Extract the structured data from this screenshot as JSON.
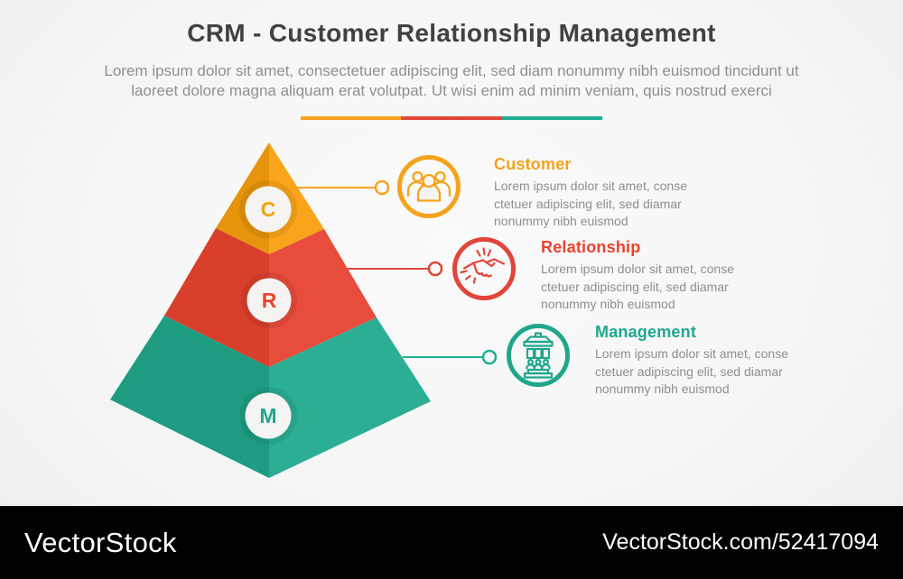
{
  "header": {
    "title": "CRM - Customer Relationship Management",
    "subtitle_line1": "Lorem ipsum dolor sit amet, consectetuer adipiscing elit, sed diam nonummy nibh euismod tincidunt ut",
    "subtitle_line2": "laoreet dolore magna aliquam erat volutpat. Ut wisi enim ad minim veniam, quis nostrud exerci"
  },
  "divider_colors": [
    "#F5A31C",
    "#E2453A",
    "#1FAE93"
  ],
  "pyramid": {
    "levels": [
      {
        "letter": "C",
        "name": "customer",
        "face_left": "#E5940C",
        "face_right": "#F9A41A",
        "letter_color": "#F2A20D"
      },
      {
        "letter": "R",
        "name": "relationship",
        "face_left": "#D8402C",
        "face_right": "#E74C3C",
        "letter_color": "#E8432D"
      },
      {
        "letter": "M",
        "name": "management",
        "face_left": "#1E9C82",
        "face_right": "#2BAE94",
        "letter_color": "#1FA78C"
      }
    ]
  },
  "items": [
    {
      "title": "Customer",
      "accent": "#F5A31C",
      "icon": "people-group-icon",
      "body_lines": [
        "Lorem ipsum dolor sit amet, conse",
        "ctetuer adipiscing elit, sed diamar",
        "nonummy nibh euismod"
      ]
    },
    {
      "title": "Relationship",
      "accent": "#E8432D",
      "icon": "handshake-icon",
      "body_lines": [
        "Lorem ipsum dolor sit amet, conse",
        "ctetuer adipiscing elit, sed diamar",
        "nonummy nibh euismod"
      ]
    },
    {
      "title": "Management",
      "accent": "#1FA78C",
      "icon": "building-icon",
      "body_lines": [
        "Lorem ipsum dolor sit amet, conse",
        "ctetuer adipiscing elit, sed diamar",
        "nonummy nibh euismod"
      ]
    }
  ],
  "watermark": {
    "brand": "VectorStock",
    "url_text": "VectorStock.com/52417094"
  }
}
